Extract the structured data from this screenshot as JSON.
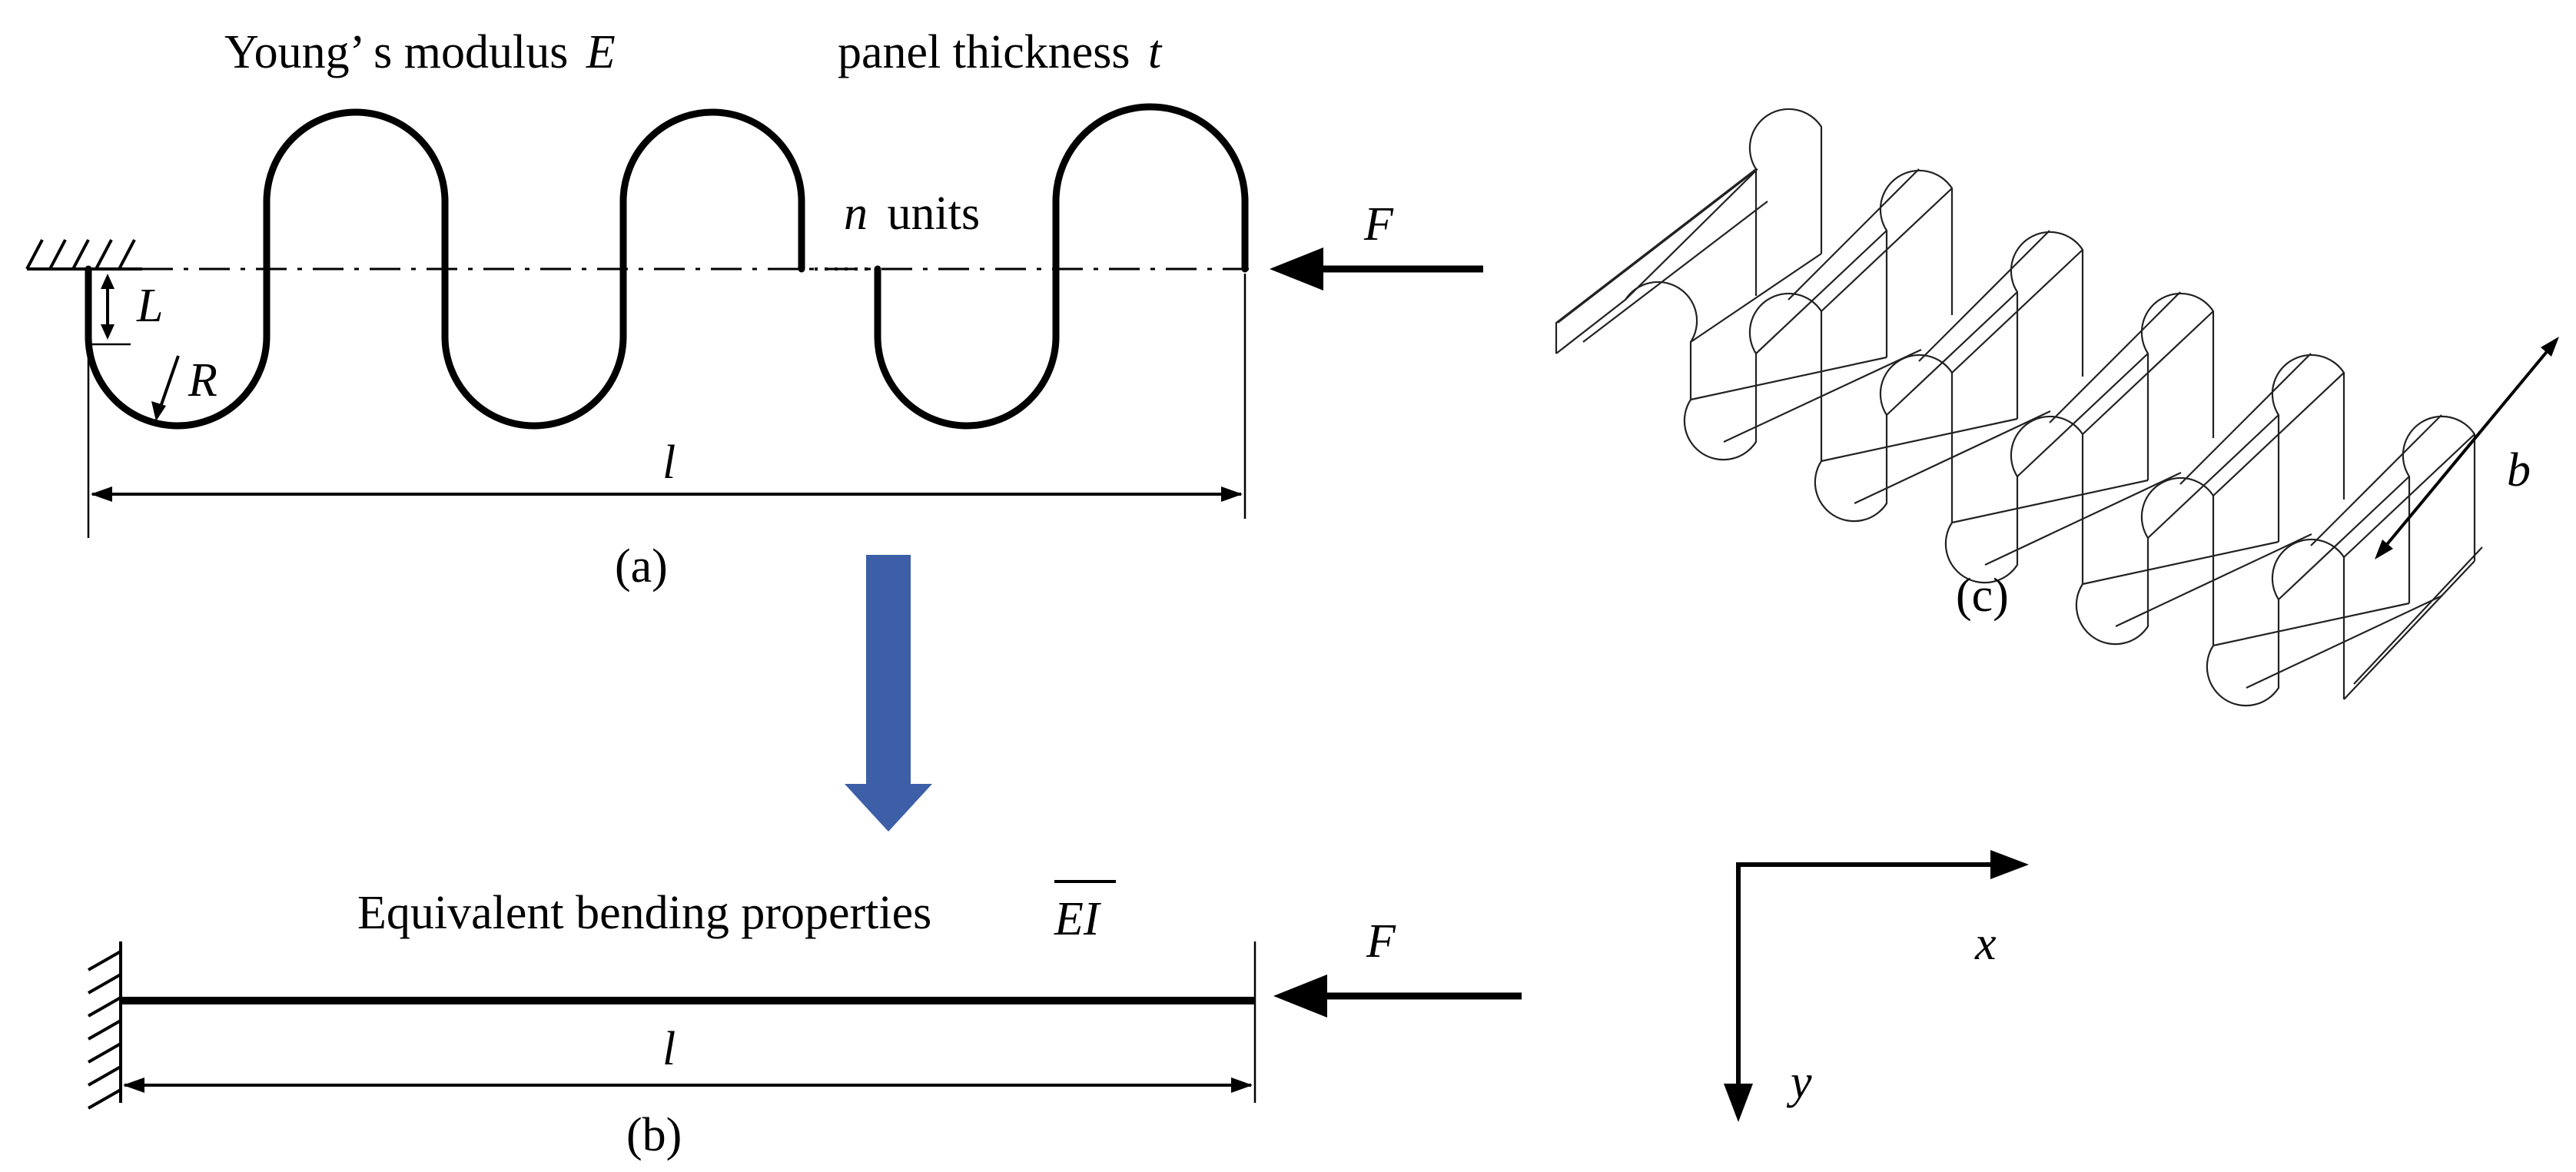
{
  "panel_a": {
    "label_youngs": "Young’ s modulus",
    "symbol_E": "E",
    "label_thickness": "panel thickness",
    "symbol_t": "t",
    "symbol_n": "n",
    "label_units": "units",
    "symbol_L": "L",
    "symbol_R": "R",
    "symbol_l": "l",
    "symbol_F": "F",
    "caption": "(a)"
  },
  "panel_b": {
    "label_equivalent": "Equivalent bending properties",
    "symbol_EI": "EI",
    "symbol_l": "l",
    "symbol_F": "F",
    "caption": "(b)"
  },
  "panel_c": {
    "symbol_b": "b",
    "caption": "(c)"
  },
  "axes": {
    "symbol_x": "x",
    "symbol_y": "y"
  },
  "colors": {
    "ink": "#000000",
    "transition_arrow": "#3c5fa8"
  },
  "icons": {
    "fixed_support": "hatched-wall-icon",
    "transition": "down-arrow-icon"
  }
}
